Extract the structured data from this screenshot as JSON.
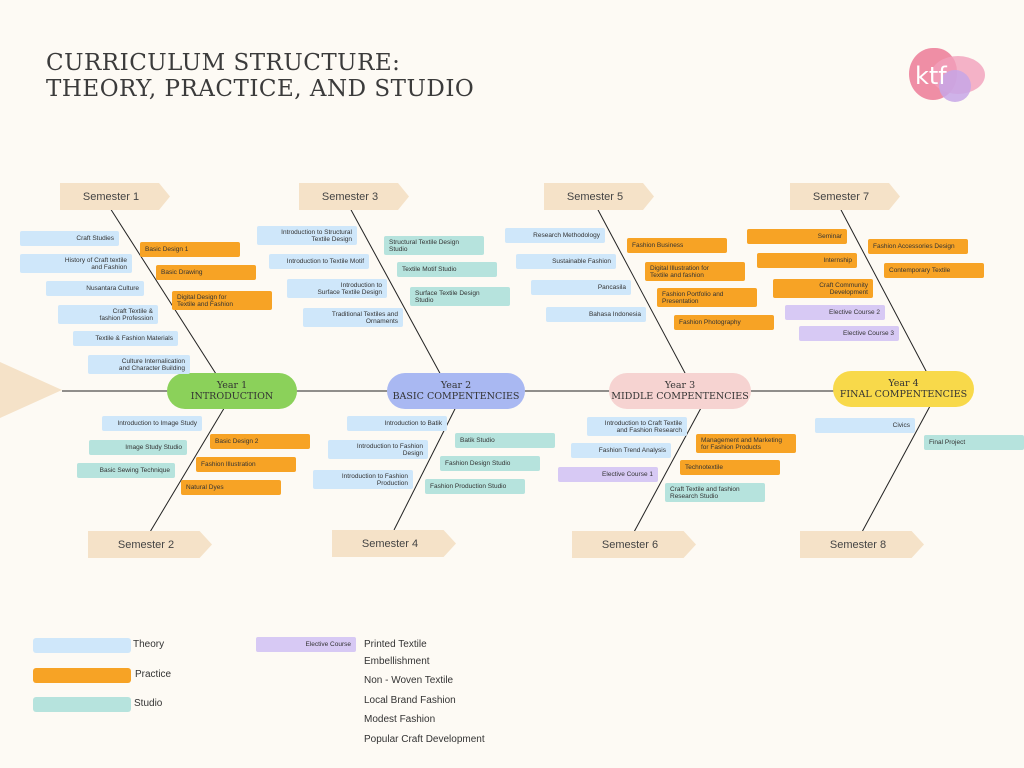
{
  "title": {
    "line1": "CURRICULUM STRUCTURE:",
    "line2": "THEORY, PRACTICE, AND STUDIO"
  },
  "logo": {
    "text": "ktf"
  },
  "colors": {
    "theory": "#cfe7fa",
    "practice": "#f7a325",
    "studio": "#b6e3dd",
    "elective": "#d7c9f4",
    "semester": "#f5e2c8",
    "spine": "#222222"
  },
  "semesters": {
    "s1": "Semester 1",
    "s2": "Semester 2",
    "s3": "Semester 3",
    "s4": "Semester 4",
    "s5": "Semester 5",
    "s6": "Semester 6",
    "s7": "Semester 7",
    "s8": "Semester 8"
  },
  "years": {
    "y1": {
      "line1": "Year 1",
      "line2": "INTRODUCTION",
      "color": "#8bd15a"
    },
    "y2": {
      "line1": "Year 2",
      "line2": "BASIC COMPENTENCIES",
      "color": "#a9b8f2"
    },
    "y3": {
      "line1": "Year 3",
      "line2": "MIDDLE COMPENTENCIES",
      "color": "#f6d3d1"
    },
    "y4": {
      "line1": "Year 4",
      "line2": "FINAL COMPENTENCIES",
      "color": "#f8d94a"
    }
  },
  "courses": {
    "s1_craft_studies": "Craft Studies",
    "s1_history": "History of Craft textile\nand Fashion",
    "s1_nusantara": "Nusantara Culture",
    "s1_profession": "Craft Textile &\nfashion Profession",
    "s1_materials": "Textile & Fashion Materials",
    "s1_culture": "Culture Internalication\nand Character Building",
    "s1_basic_design": "Basic Design 1",
    "s1_basic_drawing": "Basic Drawing",
    "s1_digital_design": "Digital Design for\nTextile and Fashion",
    "s2_image_study": "Introduction to Image Study",
    "s2_image_studio": "Image Study Studio",
    "s2_sewing": "Basic Sewing Technique",
    "s2_basic_design2": "Basic Design 2",
    "s2_fashion_illus": "Fashion Illustration",
    "s2_natural_dyes": "Natural Dyes",
    "s3_structural": "Introduction to Structural\nTextile Design",
    "s3_motif": "Introduction to Textile Motif",
    "s3_surface": "Introduction to\nSurface Textile Design",
    "s3_traditional": "Traditional Textiles and\nOrnaments",
    "s3_structural_studio": "Structural  Textile  Design\nStudio",
    "s3_motif_studio": "Textile Motif Studio",
    "s3_surface_studio": "Surface Textile Design\nStudio",
    "s4_batik": "Introduction to Batik",
    "s4_fashion_design": "Introduction to Fashion\nDesign",
    "s4_fashion_prod": "Introduction to Fashion\nProduction",
    "s4_batik_studio": "Batik Studio",
    "s4_fd_studio": "Fashion Design Studio",
    "s4_fp_studio": "Fashion Production Studio",
    "s5_research": "Research Methodology",
    "s5_sustainable": "Sustainable Fashion",
    "s5_pancasila": "Pancasila",
    "s5_bahasa": "Bahasa Indonesia",
    "s5_business": "Fashion Business",
    "s5_digital_illus": "Digital Illustration for\nTextile and fashion",
    "s5_portfolio": "Fashion Portfolio and\nPresentation",
    "s5_photography": "Fashion Photography",
    "s6_craft_research": "Introduction to Craft Textile\nand Fashion Research",
    "s6_trend": "Fashion Trend Analysis",
    "s6_elective1": "Elective Course 1",
    "s6_management": "Management  and  Marketing\nfor Fashion Products",
    "s6_technotextile": "Technotextile",
    "s6_research_studio": "Craft Textile and fashion\nResearch Studio",
    "s7_seminar": "Seminar",
    "s7_internship": "Internship",
    "s7_community": "Craft Community\nDevelopment",
    "s7_elective2": "Elective Course 2",
    "s7_elective3": "Elective Course 3",
    "s7_accessories": "Fashion Accessories Design",
    "s7_contemporary": "Contemporary Textile",
    "s8_civics": "Civics",
    "s8_final": "Final Project"
  },
  "legend": {
    "theory": "Theory",
    "practice": "Practice",
    "studio": "Studio",
    "elective": "Elective Course",
    "topics": [
      "Printed Textile",
      "Embellishment",
      "Non - Woven Textile",
      "Local Brand Fashion",
      "Modest Fashion",
      "Popular Craft Development"
    ]
  }
}
